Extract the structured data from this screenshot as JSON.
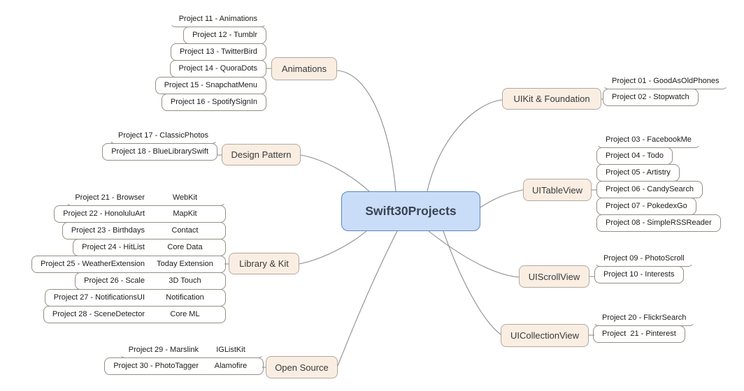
{
  "diagram": {
    "root": {
      "label": "Swift30Projects"
    },
    "colors": {
      "root_fill": "#c9ddf8",
      "root_border": "#5c83c6",
      "branch_fill": "#faeee3",
      "branch_border": "#b2a89c",
      "connector_line": "#8d8d8d",
      "leaf_line": "#958e83"
    },
    "branches": [
      {
        "label": "Animations",
        "children": [
          {
            "label": "Project 11 - Animations"
          },
          {
            "label": "Project 12 - Tumblr"
          },
          {
            "label": "Project 13 - TwitterBird"
          },
          {
            "label": "Project 14 - QuoraDots"
          },
          {
            "label": "Project 15 - SnapchatMenu"
          },
          {
            "label": "Project 16 - SpotifySignIn"
          }
        ]
      },
      {
        "label": "Design Pattern",
        "children": [
          {
            "label": "Project 17 - ClassicPhotos"
          },
          {
            "label": "Project 18 - BlueLibrarySwift"
          }
        ]
      },
      {
        "label": "Library & Kit",
        "children": [
          {
            "label": "Project 21 - Browser",
            "kit": "WebKit"
          },
          {
            "label": "Project 22 - HonoluluArt",
            "kit": "MapKit"
          },
          {
            "label": "Project 23 - Birthdays",
            "kit": "Contact"
          },
          {
            "label": "Project 24 - HitList",
            "kit": "Core Data"
          },
          {
            "label": "Project 25 - WeatherExtension",
            "kit": "Today Extension"
          },
          {
            "label": "Project 26 - Scale",
            "kit": "3D Touch"
          },
          {
            "label": "Project 27 - NotificationsUI",
            "kit": "Notification"
          },
          {
            "label": "Project 28 - SceneDetector",
            "kit": "Core ML"
          }
        ]
      },
      {
        "label": "Open Source",
        "children": [
          {
            "label": "Project 29 - Marslink",
            "kit": "IGListKit"
          },
          {
            "label": "Project 30 - PhotoTagger",
            "kit": "Alamofire"
          }
        ]
      },
      {
        "label": "UIKit & Foundation",
        "children": [
          {
            "label": "Project 01 - GoodAsOldPhones"
          },
          {
            "label": "Project 02 - Stopwatch"
          }
        ]
      },
      {
        "label": "UITableView",
        "children": [
          {
            "label": "Project 03 - FacebookMe"
          },
          {
            "label": "Project 04 - Todo"
          },
          {
            "label": "Project 05 - Artistry"
          },
          {
            "label": "Project 06 - CandySearch"
          },
          {
            "label": "Project 07 - PokedexGo"
          },
          {
            "label": "Project 08 - SimpleRSSReader"
          }
        ]
      },
      {
        "label": "UIScrollView",
        "children": [
          {
            "label": "Project 09 - PhotoScroll"
          },
          {
            "label": "Project 10 - Interests"
          }
        ]
      },
      {
        "label": "UICollectionView",
        "children": [
          {
            "label": "Project 20 - FlickrSearch"
          },
          {
            "label": "Project  21 - Pinterest"
          }
        ]
      }
    ]
  }
}
